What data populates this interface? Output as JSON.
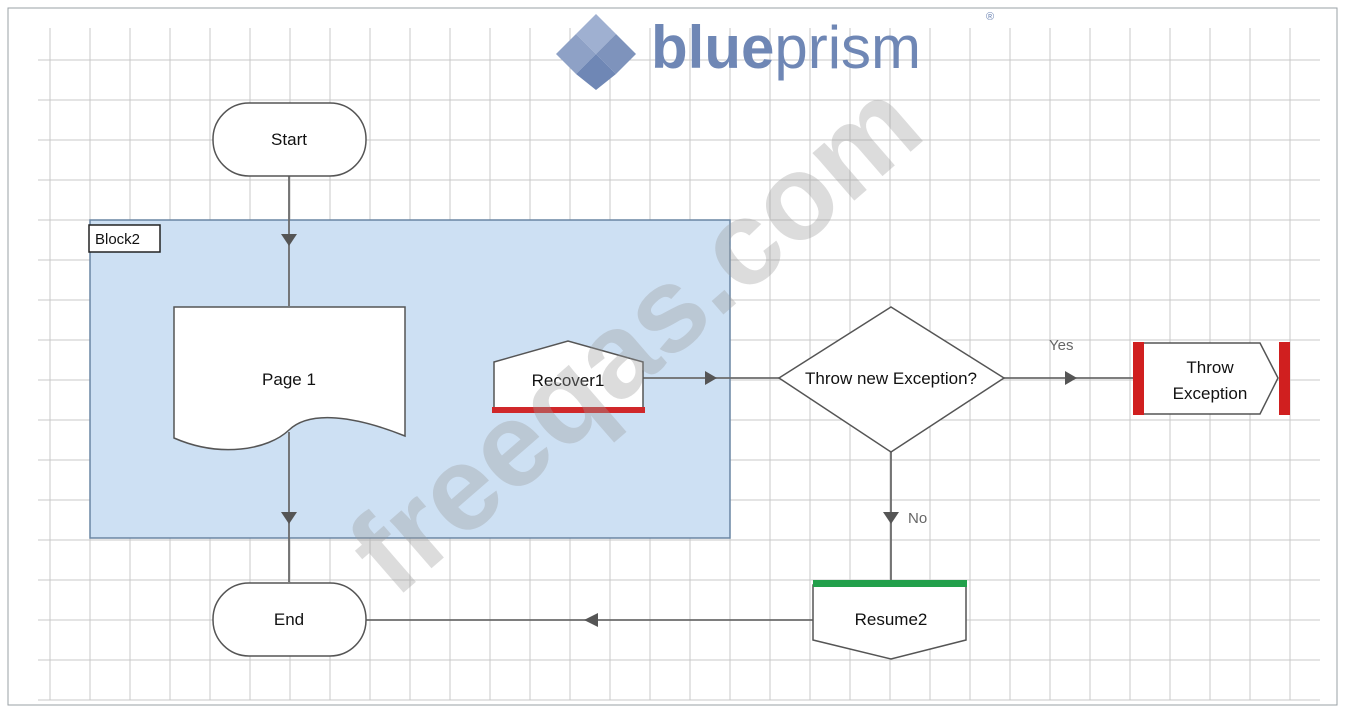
{
  "logo": {
    "text_main": "blue",
    "text_rest": "prism",
    "registered": "®"
  },
  "watermark": {
    "text": "freeqas.com"
  },
  "block": {
    "label": "Block2"
  },
  "nodes": {
    "start": "Start",
    "page1": "Page 1",
    "end": "End",
    "recover1": "Recover1",
    "decision": "Throw new Exception?",
    "throw_line1": "Throw",
    "throw_line2": "Exception",
    "resume2": "Resume2"
  },
  "edges": {
    "yes": "Yes",
    "no": "No"
  },
  "colors": {
    "grid": "#c9c9c9",
    "block_fill": "#cde0f3",
    "block_border": "#6a86a3",
    "recover_bar": "#d0282a",
    "resume_bar": "#22a04b",
    "throw_bar": "#d01f1f",
    "connector": "#6b6b6b",
    "logo_blue": "#6f87b5"
  },
  "icons": [
    "blueprism-logo-icon",
    "arrow-down-icon",
    "arrow-right-icon",
    "arrow-left-icon"
  ]
}
